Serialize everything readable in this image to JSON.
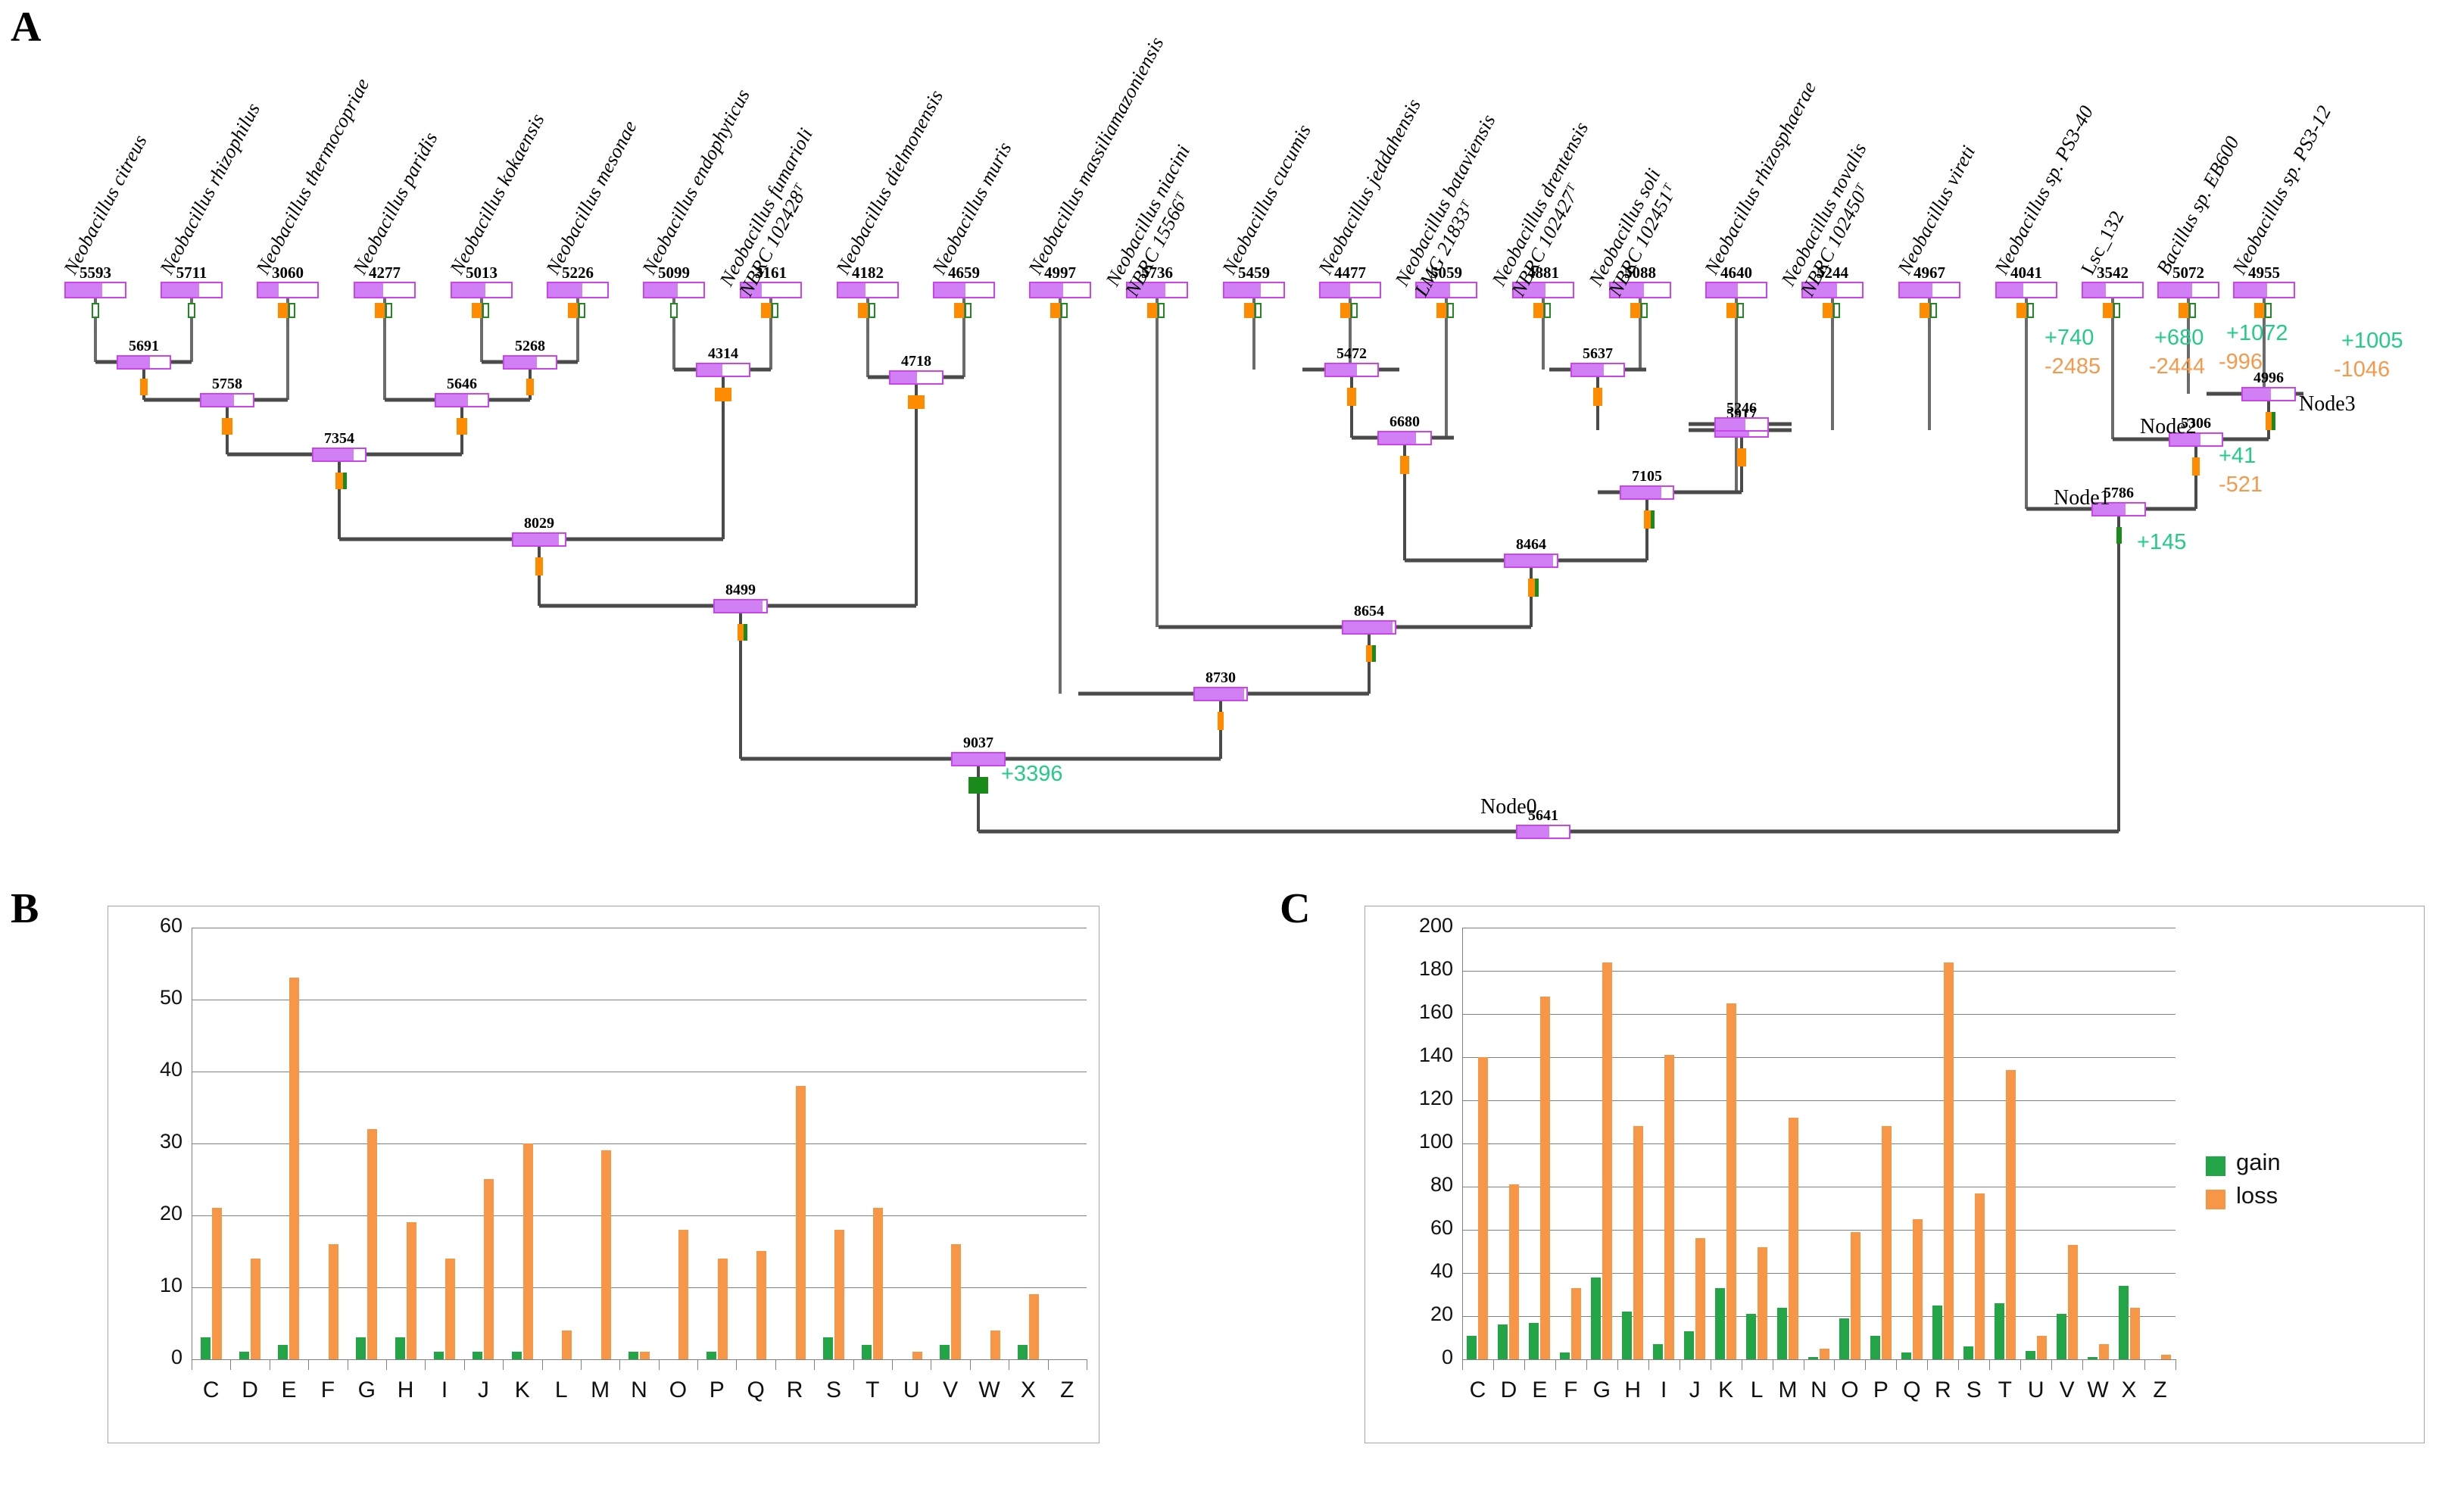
{
  "panels": {
    "a_letter": "A",
    "b_letter": "B",
    "c_letter": "C"
  },
  "tree": {
    "leaves": [
      {
        "name": "Neobacillus citreus",
        "count": "5593",
        "fill": 0.62,
        "mark": "green-outline"
      },
      {
        "name": "Neobacillus rhizophilus",
        "count": "5711",
        "fill": 0.63,
        "mark": "green-outline"
      },
      {
        "name": "Neobacillus thermocopriae",
        "count": "3060",
        "fill": 0.34,
        "mark": "orange-green"
      },
      {
        "name": "Neobacillus paridis",
        "count": "4277",
        "fill": 0.47,
        "mark": "orange-green"
      },
      {
        "name": "Neobacillus kokaensis",
        "count": "5013",
        "fill": 0.56,
        "mark": "orange-green"
      },
      {
        "name": "Neobacillus mesonae",
        "count": "5226",
        "fill": 0.58,
        "mark": "orange-green"
      },
      {
        "name": "Neobacillus endophyticus",
        "count": "5099",
        "fill": 0.57,
        "mark": "green-outline"
      },
      {
        "name": "Neobacillus fumarioli NBRC 102428ᵀ",
        "count": "3161",
        "fill": 0.35,
        "mark": "orange-green"
      },
      {
        "name": "Neobacillus dielmonensis",
        "count": "4182",
        "fill": 0.46,
        "mark": "orange-green"
      },
      {
        "name": "Neobacillus muris",
        "count": "4659",
        "fill": 0.52,
        "mark": "orange-green"
      },
      {
        "name": "Neobacillus massiliamazoniensis",
        "count": "4997",
        "fill": 0.55,
        "mark": "orange-green"
      },
      {
        "name": "Neobacillus niacini NBRC 15566ᵀ",
        "count": "5736",
        "fill": 0.64,
        "mark": "orange-green"
      },
      {
        "name": "Neobacillus cucumis",
        "count": "5459",
        "fill": 0.61,
        "mark": "orange-green"
      },
      {
        "name": "Neobacillus jeddahensis",
        "count": "4477",
        "fill": 0.5,
        "mark": "orange-green"
      },
      {
        "name": "Neobacillus bataviensis LMG 21833ᵀ",
        "count": "5059",
        "fill": 0.56,
        "mark": "orange-green"
      },
      {
        "name": "Neobacillus drentensis NBRC 102427ᵀ",
        "count": "4881",
        "fill": 0.54,
        "mark": "orange-green"
      },
      {
        "name": "Neobacillus soli NBRC 102451ᵀ",
        "count": "5088",
        "fill": 0.57,
        "mark": "orange-green"
      },
      {
        "name": "Neobacillus rhizosphaerae",
        "count": "4640",
        "fill": 0.52,
        "mark": "orange-green"
      },
      {
        "name": "Neobacillus novalis NBRC 102450ᵀ",
        "count": "5244",
        "fill": 0.58,
        "mark": "orange-green"
      },
      {
        "name": "Neobacillus vireti",
        "count": "4967",
        "fill": 0.55,
        "mark": "orange-green"
      },
      {
        "name": "Neobacillus sp. PS3-40",
        "count": "4041",
        "fill": 0.45,
        "mark": "orange-green"
      },
      {
        "name": "Lsc_132",
        "count": "3542",
        "fill": 0.39,
        "mark": "orange-green",
        "italic": false
      },
      {
        "name": "Bacillus sp. EB600",
        "count": "5072",
        "fill": 0.56,
        "mark": "orange-green"
      },
      {
        "name": "Neobacillus sp. PS3-12",
        "count": "4955",
        "fill": 0.55,
        "mark": "orange-green"
      }
    ],
    "internal_nodes": [
      {
        "id": "5691",
        "fill": 0.62
      },
      {
        "id": "5758",
        "fill": 0.63
      },
      {
        "id": "5268",
        "fill": 0.63
      },
      {
        "id": "5646",
        "fill": 0.62
      },
      {
        "id": "7354",
        "fill": 0.78
      },
      {
        "id": "4314",
        "fill": 0.48
      },
      {
        "id": "4718",
        "fill": 0.52
      },
      {
        "id": "8029",
        "fill": 0.88
      },
      {
        "id": "8499",
        "fill": 0.93
      },
      {
        "id": "5472",
        "fill": 0.6
      },
      {
        "id": "6680",
        "fill": 0.72
      },
      {
        "id": "5637",
        "fill": 0.62
      },
      {
        "id": "5917",
        "fill": 0.65
      },
      {
        "id": "7105",
        "fill": 0.78
      },
      {
        "id": "5246",
        "fill": 0.58
      },
      {
        "id": "8464",
        "fill": 0.93
      },
      {
        "id": "8654",
        "fill": 0.95
      },
      {
        "id": "8730",
        "fill": 0.96
      },
      {
        "id": "9037",
        "fill": 1.0
      },
      {
        "id": "5306",
        "fill": 0.59
      },
      {
        "id": "4996",
        "fill": 0.55
      },
      {
        "id": "5786",
        "fill": 0.63
      },
      {
        "id": "5641",
        "fill": 0.62
      }
    ],
    "annotations": [
      {
        "gain": "+740",
        "loss": "-2485"
      },
      {
        "gain": "+680",
        "loss": "-2444"
      },
      {
        "gain": "+1072",
        "loss": "-996"
      },
      {
        "gain": "+1005",
        "loss": "-1046"
      },
      {
        "gain": "+41",
        "loss": "-521"
      },
      {
        "gain": "+145",
        "loss": ""
      },
      {
        "gain": "+3396",
        "loss": ""
      }
    ],
    "node_names": [
      "Node0",
      "Node1",
      "Node2",
      "Node3"
    ]
  },
  "chart_data": [
    {
      "panel": "B",
      "type": "bar",
      "title": "",
      "xlabel": "",
      "ylabel": "",
      "ylim": [
        0,
        60
      ],
      "yticks": [
        0,
        10,
        20,
        30,
        40,
        50,
        60
      ],
      "grid": true,
      "legend": null,
      "categories": [
        "C",
        "D",
        "E",
        "F",
        "G",
        "H",
        "I",
        "J",
        "K",
        "L",
        "M",
        "N",
        "O",
        "P",
        "Q",
        "R",
        "S",
        "T",
        "U",
        "V",
        "W",
        "X",
        "Z"
      ],
      "series": [
        {
          "name": "gain",
          "color": "#22a447",
          "values": [
            3,
            1,
            2,
            0,
            3,
            3,
            1,
            1,
            1,
            0,
            0,
            1,
            0,
            1,
            0,
            0,
            3,
            2,
            0,
            2,
            0,
            2,
            0
          ]
        },
        {
          "name": "loss",
          "color": "#f79646",
          "values": [
            21,
            14,
            53,
            16,
            32,
            19,
            14,
            25,
            30,
            4,
            29,
            1,
            18,
            14,
            15,
            38,
            18,
            21,
            1,
            16,
            4,
            9,
            0
          ]
        }
      ]
    },
    {
      "panel": "C",
      "type": "bar",
      "title": "",
      "xlabel": "",
      "ylabel": "",
      "ylim": [
        0,
        200
      ],
      "yticks": [
        0,
        20,
        40,
        60,
        80,
        100,
        120,
        140,
        160,
        180,
        200
      ],
      "grid": true,
      "legend": {
        "position": "right",
        "entries": [
          "gain",
          "loss"
        ]
      },
      "categories": [
        "C",
        "D",
        "E",
        "F",
        "G",
        "H",
        "I",
        "J",
        "K",
        "L",
        "M",
        "N",
        "O",
        "P",
        "Q",
        "R",
        "S",
        "T",
        "U",
        "V",
        "W",
        "X",
        "Z"
      ],
      "series": [
        {
          "name": "gain",
          "color": "#22a447",
          "values": [
            11,
            16,
            17,
            3,
            38,
            22,
            7,
            13,
            33,
            21,
            24,
            1,
            19,
            11,
            3,
            25,
            6,
            26,
            4,
            21,
            1,
            34,
            0
          ]
        },
        {
          "name": "loss",
          "color": "#f79646",
          "values": [
            140,
            81,
            168,
            33,
            184,
            108,
            141,
            56,
            165,
            52,
            112,
            5,
            59,
            108,
            65,
            184,
            77,
            134,
            11,
            53,
            7,
            24,
            2
          ]
        }
      ]
    }
  ]
}
